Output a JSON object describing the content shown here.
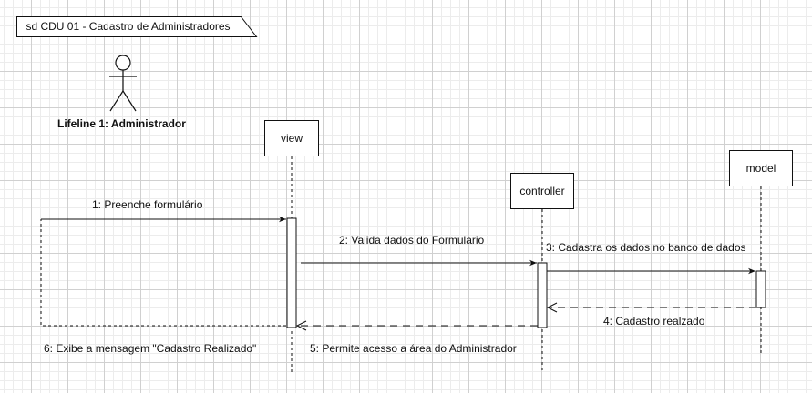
{
  "frame": {
    "title": "sd CDU 01 - Cadastro de  Administradores"
  },
  "actor": {
    "label": "Lifeline 1: Administrador"
  },
  "lifelines": {
    "view": "view",
    "controller": "controller",
    "model": "model"
  },
  "messages": {
    "m1": "1: Preenche formulário",
    "m2": "2: Valida  dados  do Formulario",
    "m3": "3: Cadastra os  dados no banco de dados",
    "m4": "4: Cadastro realzado",
    "m5": "5: Permite acesso a área do Administrador",
    "m6": "6: Exibe a mensagem \"Cadastro Realizado\""
  }
}
